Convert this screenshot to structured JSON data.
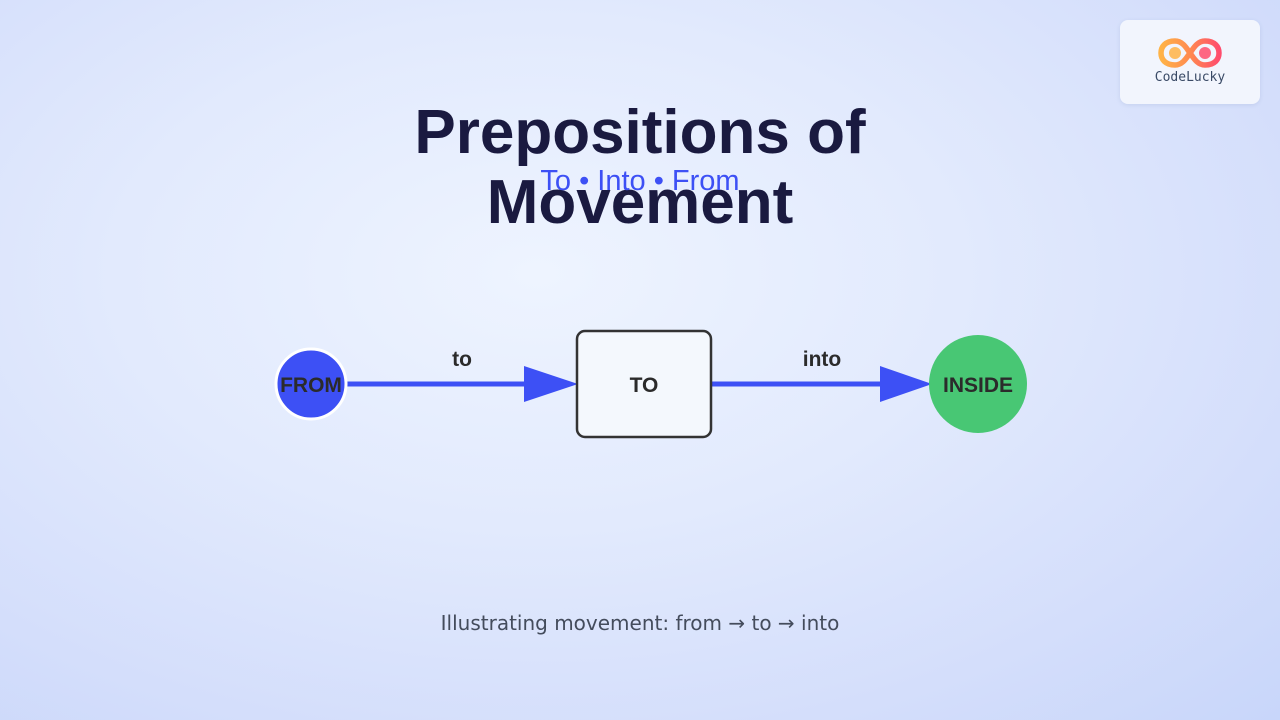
{
  "header": {
    "title": "Prepositions of Movement",
    "subtitle": "To • Into • From"
  },
  "logo": {
    "name": "CodeLucky",
    "icon": "infinity-logo-icon"
  },
  "diagram": {
    "nodes": {
      "from": {
        "label": "FROM",
        "color": "#3d50f5"
      },
      "to": {
        "label": "TO",
        "color": "#f4f8fd"
      },
      "inside": {
        "label": "INSIDE",
        "color": "#48c774"
      }
    },
    "edges": [
      {
        "label": "to",
        "from": "from",
        "to": "to"
      },
      {
        "label": "into",
        "from": "to",
        "to": "inside"
      }
    ],
    "arrow_color": "#3d50f5"
  },
  "caption": "Illustrating movement: from → to → into",
  "colors": {
    "title": "#1a1a40",
    "accent": "#3d50f5",
    "success": "#48c774"
  }
}
